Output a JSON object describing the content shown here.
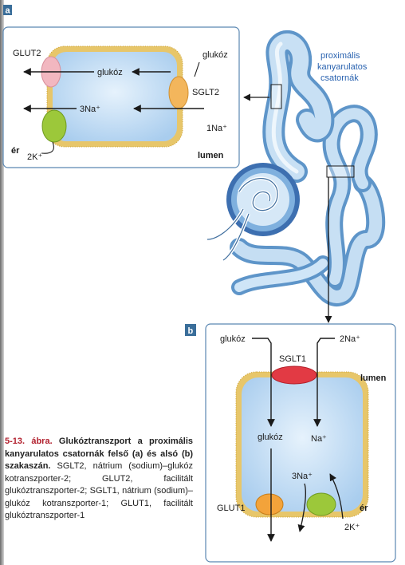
{
  "panel_a": {
    "tag": "a",
    "glut2": "GLUT2",
    "glucose_top": "glukóz",
    "glucose_mid": "glukóz",
    "sglt2": "SGLT2",
    "na3": "3Na⁺",
    "na1": "1Na⁺",
    "blood": "ér",
    "k2": "2K⁺",
    "lumen": "lumen"
  },
  "tubule": {
    "label_line1": "proximális",
    "label_line2": "kanyarulatos",
    "label_line3": "csatornák"
  },
  "panel_b": {
    "tag": "b",
    "glucose_top": "glukóz",
    "na2": "2Na⁺",
    "sglt1": "SGLT1",
    "lumen": "lumen",
    "glucose_in": "glukóz",
    "na_in": "Na⁺",
    "na3": "3Na⁺",
    "glut1": "GLUT1",
    "blood": "ér",
    "k2": "2K⁺"
  },
  "caption": {
    "number": "5-13. ábra.",
    "title": "Glukóztranszport a proximális kanyarulatos csatornák felső (a) és alsó (b) szakaszán.",
    "body": "SGLT2, nátrium (sodium)–glukóz kotranszporter-2; GLUT2, facilitált glukóztranszporter-2; SGLT1, nátrium (sodium)–glukóz kotranszporter-1; GLUT1, facilitált glukóztranszporter-1"
  },
  "colors": {
    "membrane": "#e7c66a",
    "cytoplasm": "#c4ddf4",
    "tubule": "#8fc1e6",
    "glut_pink": "#f2b7c0",
    "sglt_orange": "#f3b65c",
    "pump_green": "#9cc83a",
    "sglt1_red": "#e23a44",
    "label_blue": "#2a63b0"
  }
}
